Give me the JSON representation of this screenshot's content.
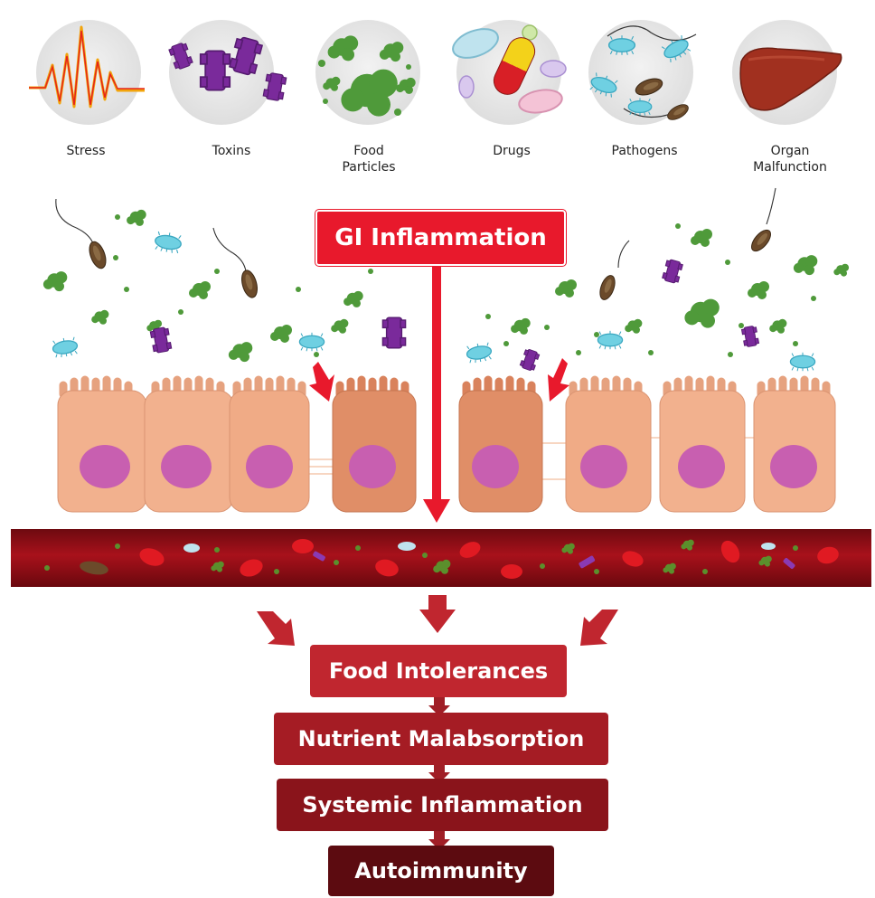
{
  "causes": [
    {
      "label": "Stress",
      "icon": "stress-icon"
    },
    {
      "label": "Toxins",
      "icon": "toxins-icon"
    },
    {
      "label": "Food\nParticles",
      "icon": "food-particles-icon"
    },
    {
      "label": "Drugs",
      "icon": "drugs-icon"
    },
    {
      "label": "Pathogens",
      "icon": "pathogens-icon"
    },
    {
      "label": "Organ\nMalfunction",
      "icon": "liver-icon"
    }
  ],
  "center_label": "GI Inflammation",
  "cascade": [
    "Food Intolerances",
    "Nutrient Malabsorption",
    "Systemic Inflammation",
    "Autoimmunity"
  ],
  "colors": {
    "accent_red": "#e8192c",
    "cell": "#f2b18e",
    "cell_dark": "#e08e67",
    "nucleus": "#c85fb0",
    "blood": "#8e0d16",
    "cascade": [
      "#c0262f",
      "#a51c24",
      "#8a141b",
      "#5c0b10"
    ]
  }
}
